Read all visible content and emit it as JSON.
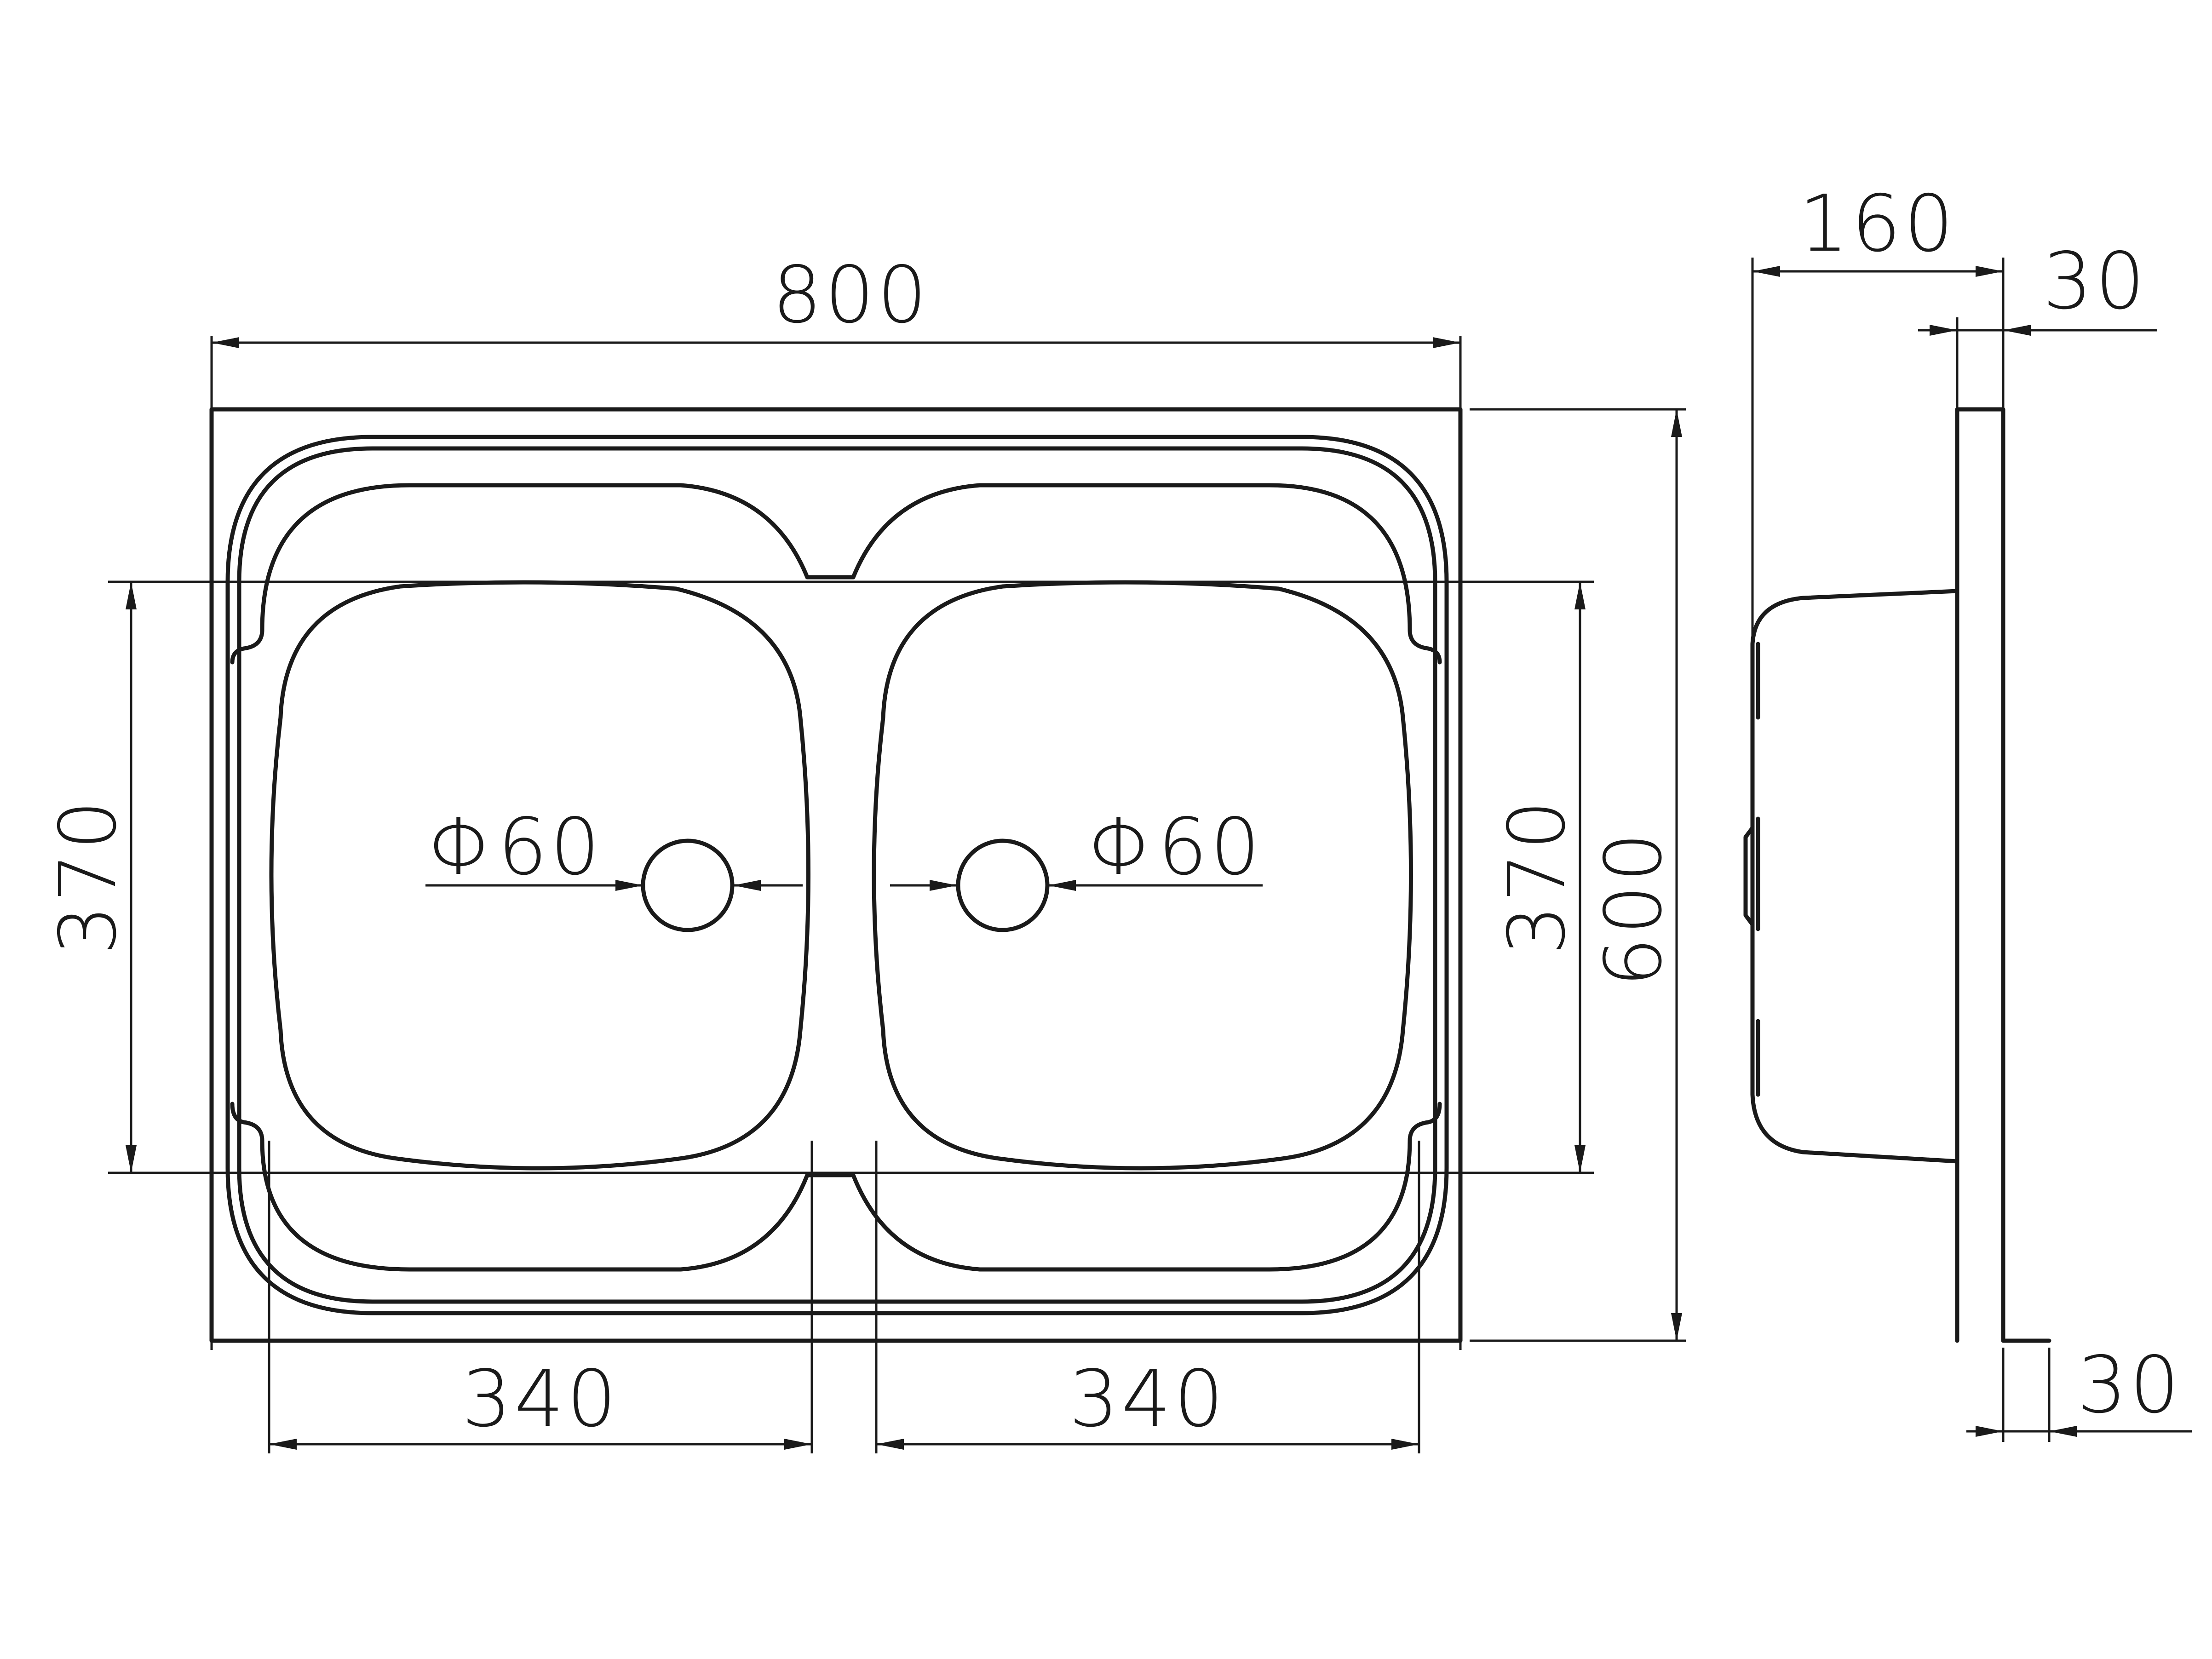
{
  "dimensions": {
    "overall_width": "800",
    "overall_depth": "600",
    "bowl_depth_left": "370",
    "bowl_depth_right": "370",
    "bowl_width_left": "340",
    "bowl_width_right": "340",
    "drain_left": "Φ60",
    "drain_right": "Φ60",
    "side_depth": "160",
    "side_rim_top": "30",
    "side_rim_bottom": "30"
  },
  "colors": {
    "line": "#1a1a1a",
    "background": "#ffffff"
  }
}
